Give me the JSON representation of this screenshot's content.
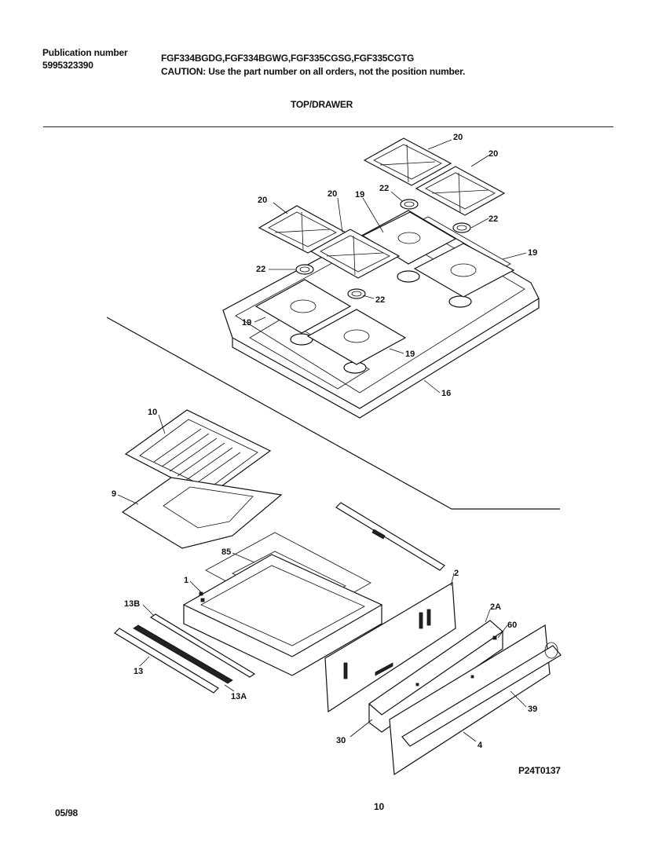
{
  "header": {
    "publication_label": "Publication number",
    "publication_number": "5995323390",
    "models": "FGF334BGDG,FGF334BGWG,FGF335CGSG,FGF335CGTG",
    "caution": "CAUTION:  Use the part number on all orders, not the position number.",
    "section_title": "TOP/DRAWER"
  },
  "footer": {
    "date": "05/98",
    "page": "10",
    "figure_code": "P24T0137"
  },
  "callouts": {
    "grate": "20",
    "burner_ring": "22",
    "burner_pan": "19",
    "cooktop": "16",
    "broiler_grid": "10",
    "broiler_pan": "9",
    "drawer_liner": "85",
    "drawer_body": "1",
    "drawer_back": "2",
    "slide_13b": "13B",
    "slide_13": "13",
    "slide_13a": "13A",
    "drawer_front_2a": "2A",
    "trim_60": "60",
    "panel_39": "39",
    "panel_30": "30",
    "front_panel_4": "4"
  }
}
